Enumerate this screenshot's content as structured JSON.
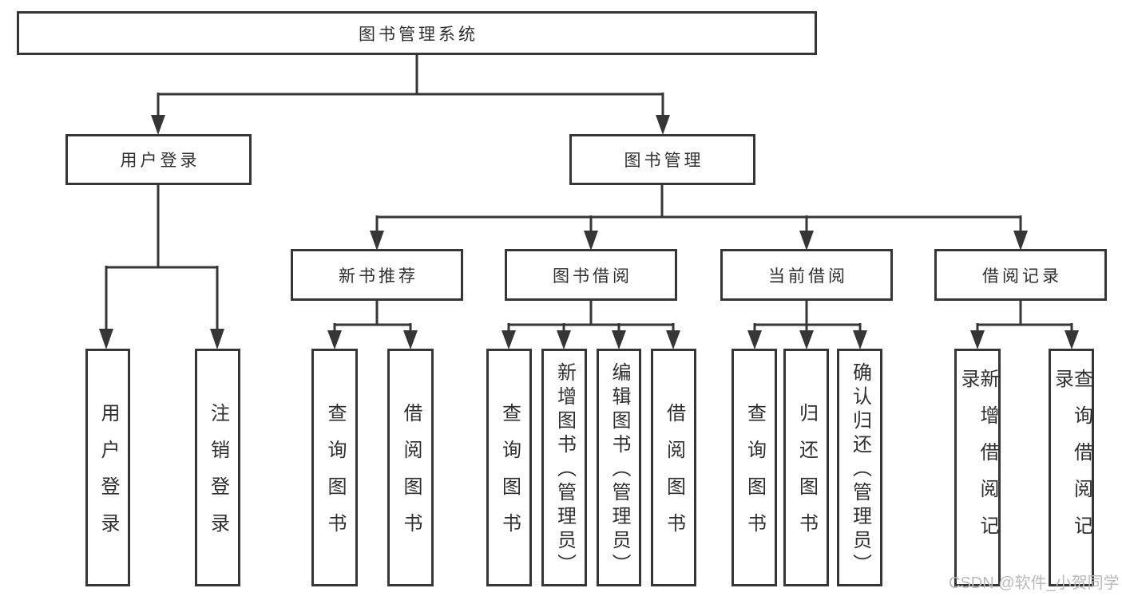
{
  "tree": {
    "root": {
      "label": "图书管理系统"
    },
    "level2": [
      {
        "label": "用户登录",
        "leaves": [
          {
            "label": "用户登录"
          },
          {
            "label": "注销登录"
          }
        ]
      },
      {
        "label": "图书管理",
        "groups": [
          {
            "label": "新书推荐",
            "leaves": [
              {
                "label": "查询图书"
              },
              {
                "label": "借阅图书"
              }
            ]
          },
          {
            "label": "图书借阅",
            "leaves": [
              {
                "label": "查询图书"
              },
              {
                "label": "新增图书（管理员）"
              },
              {
                "label": "编辑图书（管理员）"
              },
              {
                "label": "借阅图书"
              }
            ]
          },
          {
            "label": "当前借阅",
            "leaves": [
              {
                "label": "查询图书"
              },
              {
                "label": "归还图书"
              },
              {
                "label": "确认归还（管理员）"
              }
            ]
          },
          {
            "label": "借阅记录",
            "leaves": [
              {
                "label": "新增借阅记录"
              },
              {
                "label": "查询借阅记录"
              }
            ]
          }
        ]
      }
    ]
  },
  "watermark": {
    "text": "CSDN @软件_小贺同学"
  },
  "colors": {
    "line": "#363636",
    "box_border": "#363636",
    "text": "#2f2f2f",
    "background": "#ffffff",
    "watermark_text": "#b9b9b9"
  }
}
